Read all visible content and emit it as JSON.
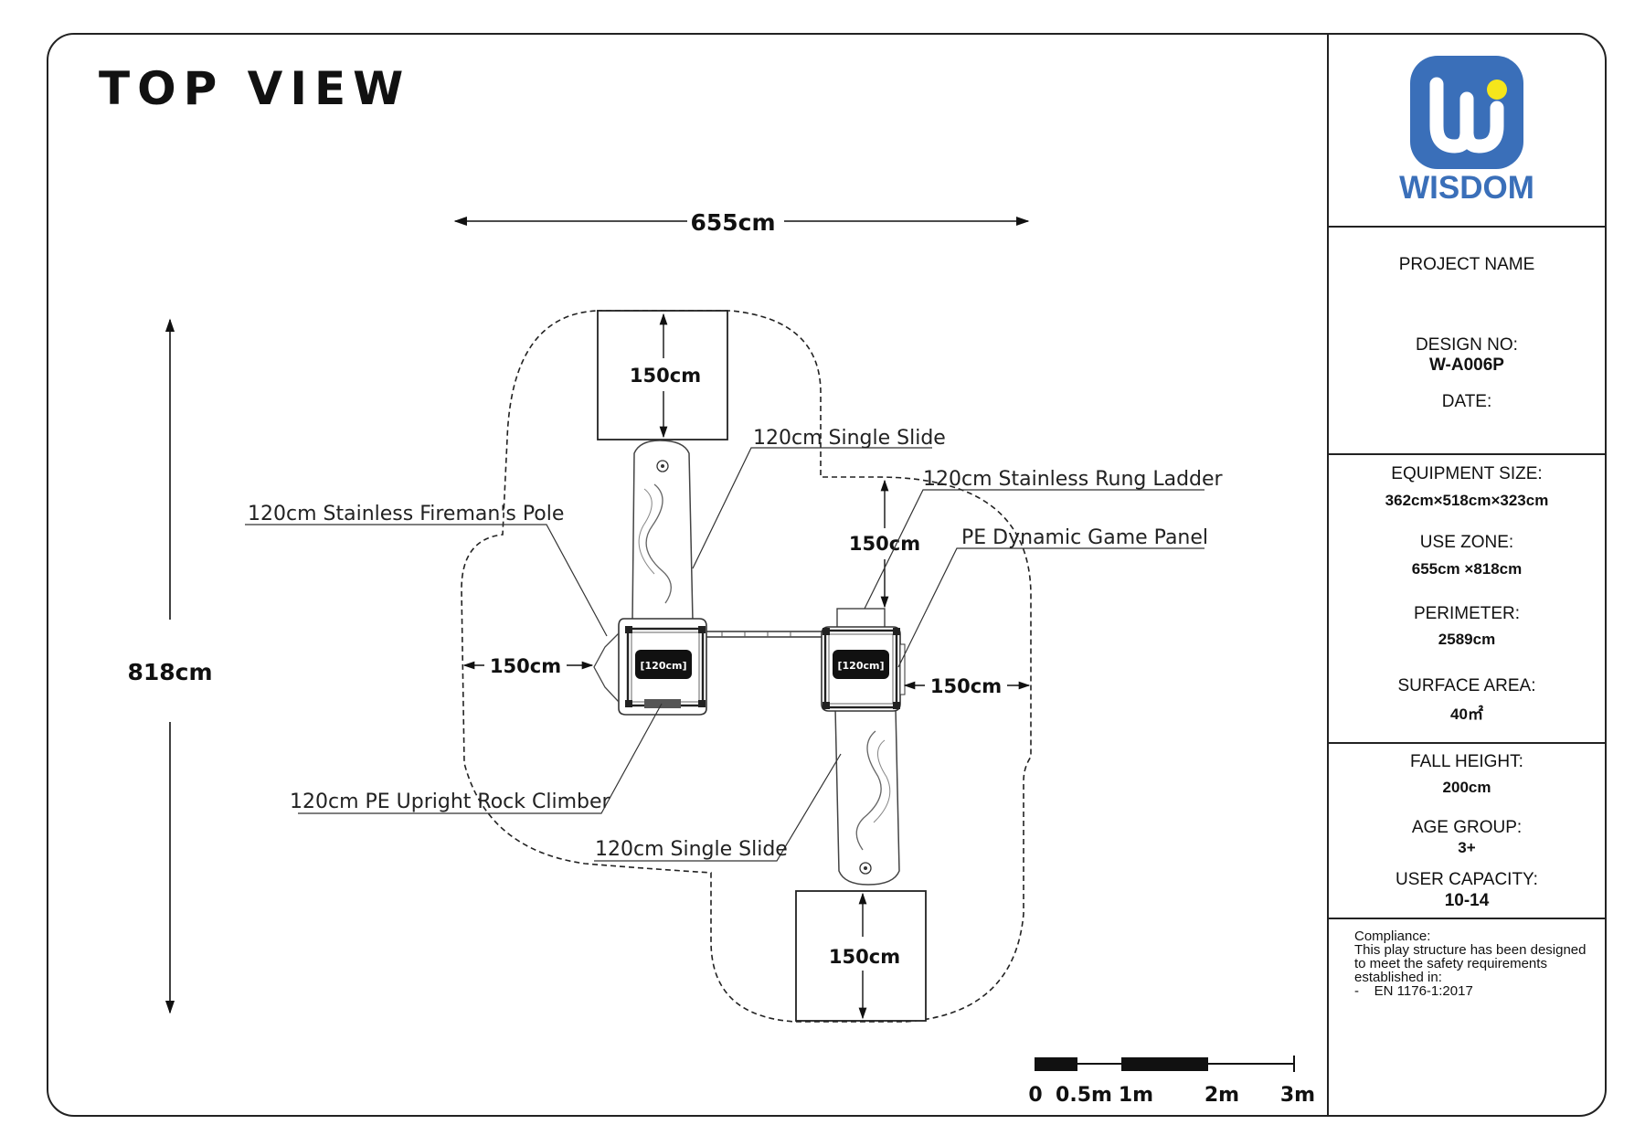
{
  "title": "TOP VIEW",
  "brand": {
    "name": "WISDOM",
    "logo_letter": "W",
    "logo_color": "#3a6fb9",
    "dot_color": "#f5e61b"
  },
  "info": {
    "project_name_label": "PROJECT NAME",
    "design_no_label": "DESIGN NO:",
    "design_no": "W-A006P",
    "date_label": "DATE:",
    "equipment_size_label": "EQUIPMENT SIZE:",
    "equipment_size": "362cm×518cm×323cm",
    "use_zone_label": "USE ZONE:",
    "use_zone": "655cm ×818cm",
    "perimeter_label": "PERIMETER:",
    "perimeter": "2589cm",
    "surface_area_label": "SURFACE AREA:",
    "surface_area": "40㎡",
    "fall_height_label": "FALL HEIGHT:",
    "fall_height": "200cm",
    "age_group_label": "AGE GROUP:",
    "age_group": "3+",
    "user_capacity_label": "USER CAPACITY:",
    "user_capacity": "10-14"
  },
  "compliance": {
    "heading": "Compliance:",
    "line1": "This play structure has been designed",
    "line2": "to meet the safety requirements",
    "line3": "established in:",
    "item": "-    EN 1176-1:2017"
  },
  "dimensions": {
    "width": "655cm",
    "height": "818cm",
    "zone_top": "150cm",
    "zone_bottom": "150cm",
    "zone_left": "150cm",
    "zone_right": "150cm",
    "zone_ladder": "150cm"
  },
  "platforms": {
    "left": "[120cm]",
    "right": "[120cm]"
  },
  "callouts": {
    "slide_top": "120cm Single Slide",
    "rung_ladder": "120cm Stainless Rung Ladder",
    "fireman_pole": "120cm Stainless Fireman's Pole",
    "game_panel": "PE Dynamic Game Panel",
    "rock_climber": "120cm PE Upright Rock Climber",
    "slide_bottom": "120cm Single Slide"
  },
  "scale_bar": {
    "labels": [
      "0",
      "0.5m",
      "1m",
      "2m",
      "3m"
    ]
  }
}
